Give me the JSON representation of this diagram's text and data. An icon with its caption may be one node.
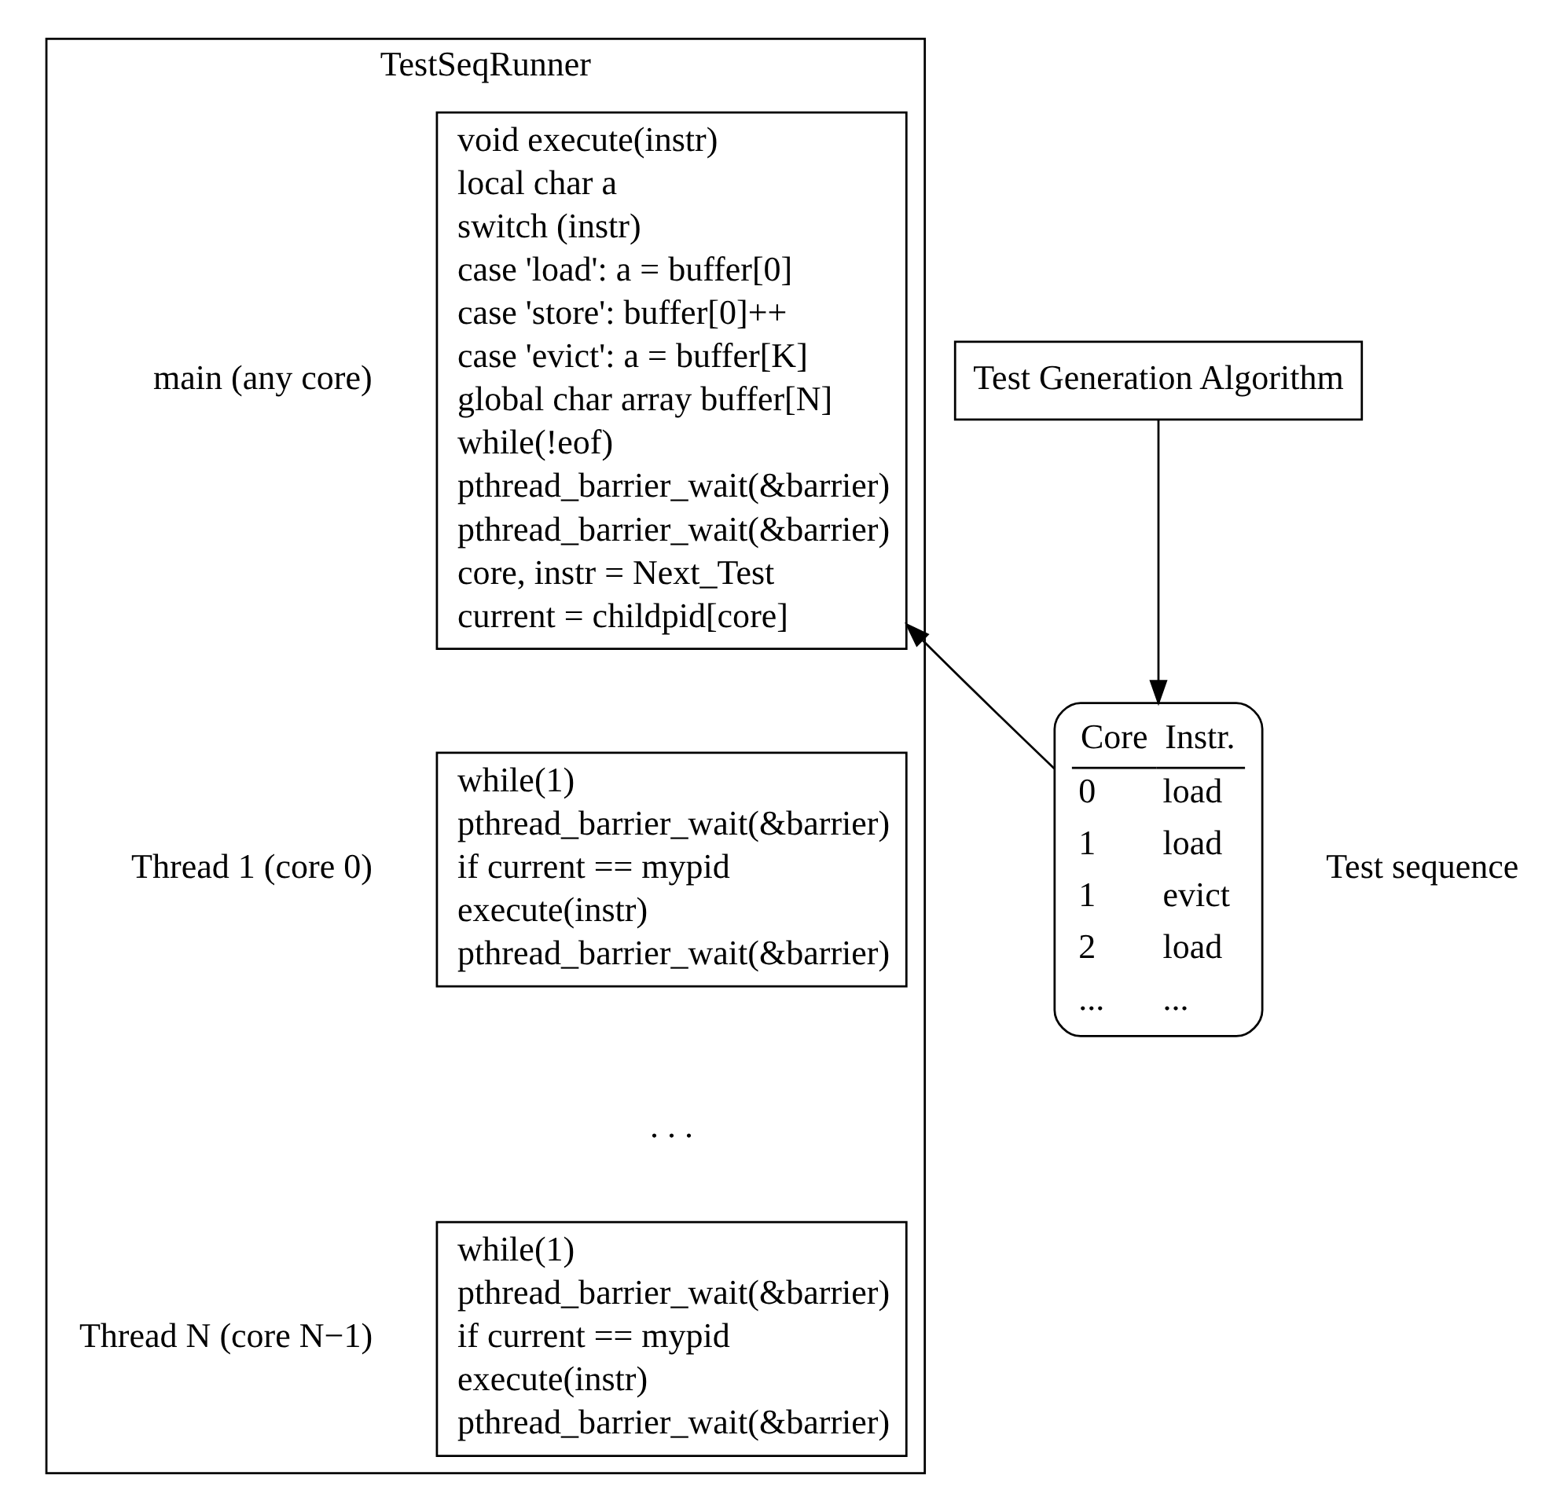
{
  "diagram": {
    "nodes": [
      {
        "text": [
          "TestSeqRunner"
        ]
      },
      {
        "text": [
          "void execute(instr)",
          "local char a",
          "switch (instr)",
          "case 'load': a = buffer[0]",
          "case 'store': buffer[0]++",
          "case 'evict': a = buffer[K]",
          "global char array buffer[N]",
          "while(!eof)",
          "pthread_barrier_wait(&barrier)",
          "pthread_barrier_wait(&barrier)",
          "core, instr = Next_Test",
          "current = childpid[core]"
        ],
        "in": 0,
        "beside": [
          "main (any core)"
        ]
      },
      {
        "text": [
          "while(1)",
          "pthread_barrier_wait(&barrier)",
          "if current == mypid",
          "execute(instr)",
          "pthread_barrier_wait(&barrier)"
        ],
        "in": 0,
        "beside": [
          "Thread 1 (core 0)"
        ]
      },
      {
        "text": [
          "while(1)",
          "pthread_barrier_wait(&barrier)",
          "if current == mypid",
          "execute(instr)",
          "pthread_barrier_wait(&barrier)"
        ],
        "in": 0,
        "beside": [
          "Thread N (core N−1)"
        ]
      },
      {
        "text": [
          "Test Generation Algorithm"
        ]
      },
      {
        "text": [
          "Core",
          "Instr.",
          "0",
          "load",
          "1",
          "load",
          "1",
          "evict",
          "2",
          "load",
          "...",
          "..."
        ],
        "beside": [
          "Test sequence"
        ]
      }
    ],
    "edges": [
      {
        "from": 4,
        "to": 5,
        "arrow": "to"
      },
      {
        "from": 5,
        "to": 1,
        "arrow": "to"
      }
    ],
    "labels": [
      ". . ."
    ]
  }
}
